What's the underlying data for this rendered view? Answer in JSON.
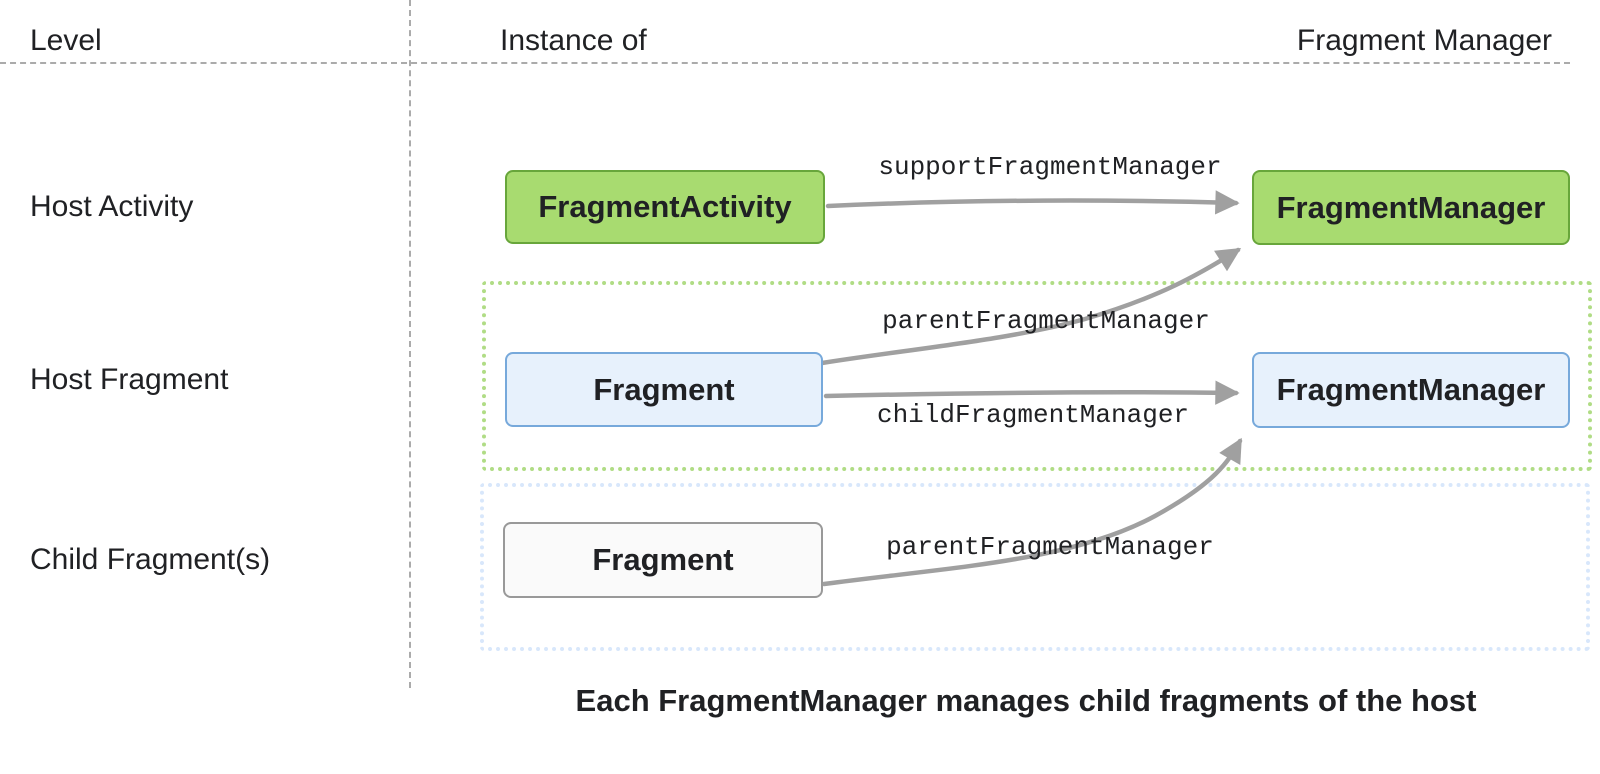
{
  "header": {
    "level": "Level",
    "instance_of": "Instance of",
    "fragment_manager": "Fragment Manager"
  },
  "rows": [
    {
      "label": "Host Activity"
    },
    {
      "label": "Host Fragment"
    },
    {
      "label": "Child Fragment(s)"
    }
  ],
  "nodes": {
    "fragment_activity": "FragmentActivity",
    "activity_fragment_manager": "FragmentManager",
    "host_fragment": "Fragment",
    "fragment_fragment_manager": "FragmentManager",
    "child_fragment": "Fragment"
  },
  "edges": {
    "support_fragment_manager": "supportFragmentManager",
    "parent_fragment_manager_host": "parentFragmentManager",
    "child_fragment_manager": "childFragmentManager",
    "parent_fragment_manager_child": "parentFragmentManager"
  },
  "caption": {
    "text": "Each FragmentManager manages child fragments of the host"
  },
  "colors": {
    "green_fill": "#A8DB70",
    "green_border": "#68A63B",
    "blue_fill": "#E7F1FC",
    "blue_border": "#77A9DB",
    "white_fill": "#FAFAFA",
    "white_border": "#999999",
    "green_dotted": "#B0DC85",
    "blue_dotted": "#D8E7FB",
    "arrow": "#A0A0A0",
    "guide": "#ABABAB",
    "text": "#202124"
  }
}
